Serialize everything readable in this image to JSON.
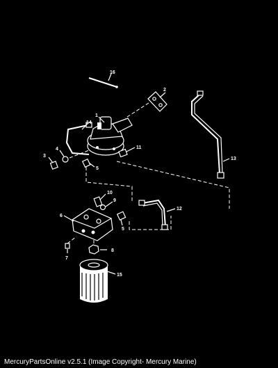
{
  "diagram": {
    "callouts": {
      "c1": "1",
      "c2": "2",
      "c3": "3",
      "c4": "4",
      "c5a": "5",
      "c5b": "5",
      "c6": "6",
      "c7": "7",
      "c8": "8",
      "c9": "9",
      "c10": "10",
      "c11": "11",
      "c12": "12",
      "c13": "13",
      "c14": "14",
      "c15": "15",
      "c16": "16"
    }
  },
  "footer": {
    "text": "MercuryPartsOnline v2.5.1 (Image Copyright- Mercury Marine)"
  },
  "colors": {
    "background": "#000000",
    "line": "#ffffff"
  }
}
